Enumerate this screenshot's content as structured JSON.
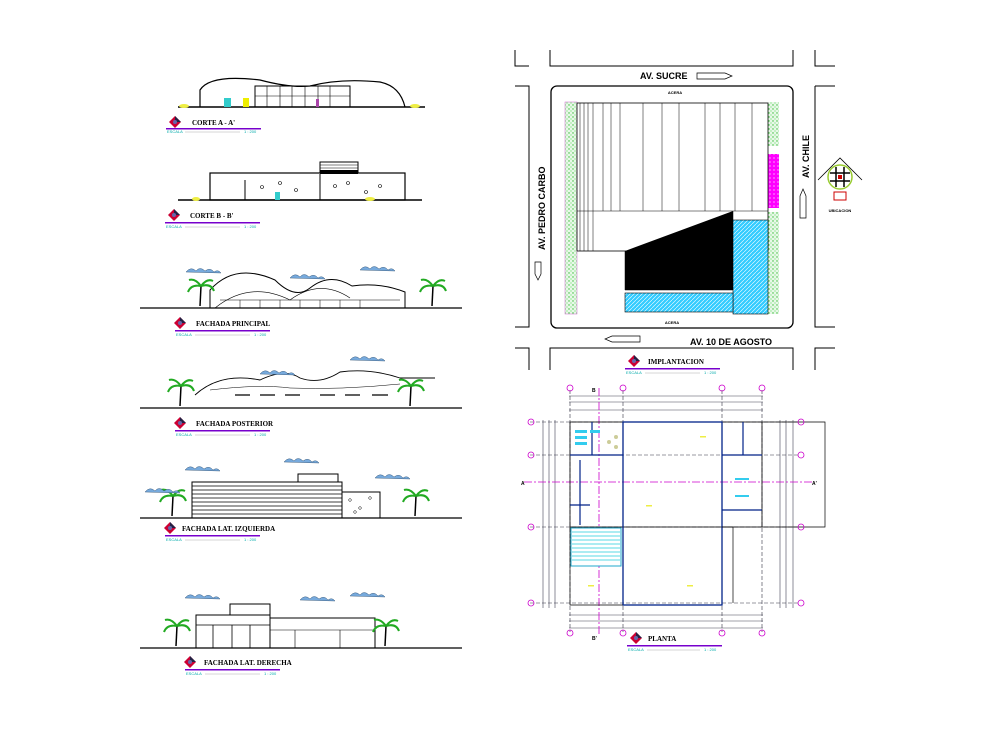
{
  "sheet": {
    "elevations": [
      {
        "title": "CORTE A - A'",
        "scale_label": "ESCALA",
        "scale": "1 : 200"
      },
      {
        "title": "CORTE B - B'",
        "scale_label": "ESCALA",
        "scale": "1 : 200"
      },
      {
        "title": "FACHADA PRINCIPAL",
        "scale_label": "ESCALA",
        "scale": "1 : 200"
      },
      {
        "title": "FACHADA POSTERIOR",
        "scale_label": "ESCALA",
        "scale": "1 : 200"
      },
      {
        "title": "FACHADA LAT. IZQUIERDA",
        "scale_label": "ESCALA",
        "scale": "1 : 200"
      },
      {
        "title": "FACHADA LAT. DERECHA",
        "scale_label": "ESCALA",
        "scale": "1 : 200"
      }
    ],
    "site": {
      "title": "IMPLANTACION",
      "scale_label": "ESCALA",
      "scale": "1 : 200",
      "streets": {
        "top": "AV. SUCRE",
        "left": "AV. PEDRO CARBO",
        "right": "AV. CHILE",
        "bottom": "AV. 10 DE AGOSTO"
      },
      "sidewalk": "ACERA",
      "location_label": "UBICACION"
    },
    "plan": {
      "title": "PLANTA",
      "scale_label": "ESCALA",
      "scale": "1 : 200",
      "axes": {
        "a": "A",
        "a2": "A'",
        "b": "B",
        "b2": "B'"
      }
    },
    "colors": {
      "pool": "#33ccff",
      "garden": "#33cc33",
      "magenta": "#ff00ff",
      "axis": "#cc00cc",
      "label_bar": "#7700cc"
    }
  }
}
